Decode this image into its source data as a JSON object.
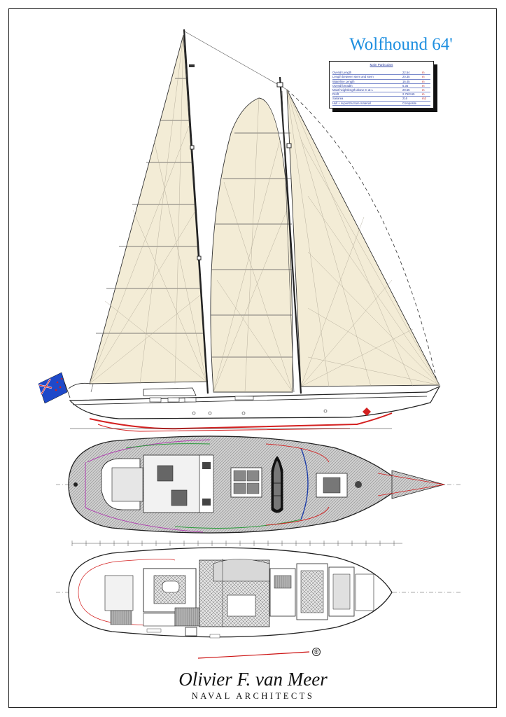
{
  "drawing": {
    "title": "Wolfhound 64'",
    "specs_heading": "Main Particulars",
    "specs": [
      {
        "label": "Overall Length",
        "value": "22.54",
        "unit": "m"
      },
      {
        "label": "Length between stem and stern",
        "value": "20.35",
        "unit": "m"
      },
      {
        "label": "Waterline Length",
        "value": "16.45",
        "unit": "m"
      },
      {
        "label": "Overall breadth",
        "value": "5.35",
        "unit": "m"
      },
      {
        "label": "Mast heightlength above C at L",
        "value": "29.55",
        "unit": "m"
      },
      {
        "label": "Draft",
        "value": "2.75/3.65",
        "unit": "m"
      },
      {
        "label": "Sailarea",
        "value": "216",
        "unit": "m2"
      },
      {
        "label": "Hull + superstructure material",
        "value": "Composite",
        "unit": ""
      }
    ],
    "registered_mark": "®",
    "firm_name": "Olivier F. van Meer",
    "firm_subtitle": "NAVAL ARCHITECTS"
  },
  "colors": {
    "title_blue": "#1e8fe0",
    "sail_cream": "#f3ecd6",
    "hull_red": "#d42020",
    "deck_grey": "#bdbdbd",
    "line_dark": "#222222"
  },
  "icons": {
    "flag": "new-zealand-flag-icon",
    "dinghy": "dinghy-icon"
  }
}
